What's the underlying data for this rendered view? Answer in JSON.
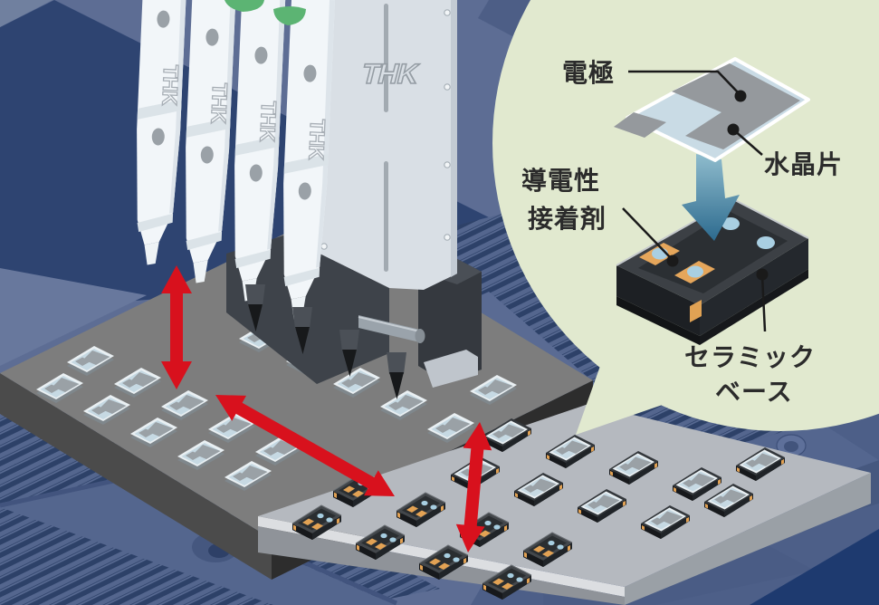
{
  "brand": {
    "logo_text": "THK"
  },
  "callout": {
    "labels": {
      "electrode": "電極",
      "crystal_piece": "水晶片",
      "adhesive_line1": "導電性",
      "adhesive_line2": "接着剤",
      "base_line1": "セラミック",
      "base_line2": "ベース"
    }
  },
  "colors": {
    "transfer_arrow_red": "#d8111d",
    "callout_bubble_green": "#e1e9cf",
    "assembly_arrow_teal": "#2c6a8e",
    "machine_green_accent": "#5cb473",
    "background_navy": "#2e4471",
    "background_blue": "#5d6d94",
    "left_tray_gray": "#7d7d7d",
    "right_tray_gray": "#b5b9bf",
    "ceramic_base_dark": "#3c4045",
    "adhesive_pad_orange": "#e5a65b",
    "adhesive_dot_blue": "#a9cfe2",
    "label_text": "#2b2b2b"
  }
}
